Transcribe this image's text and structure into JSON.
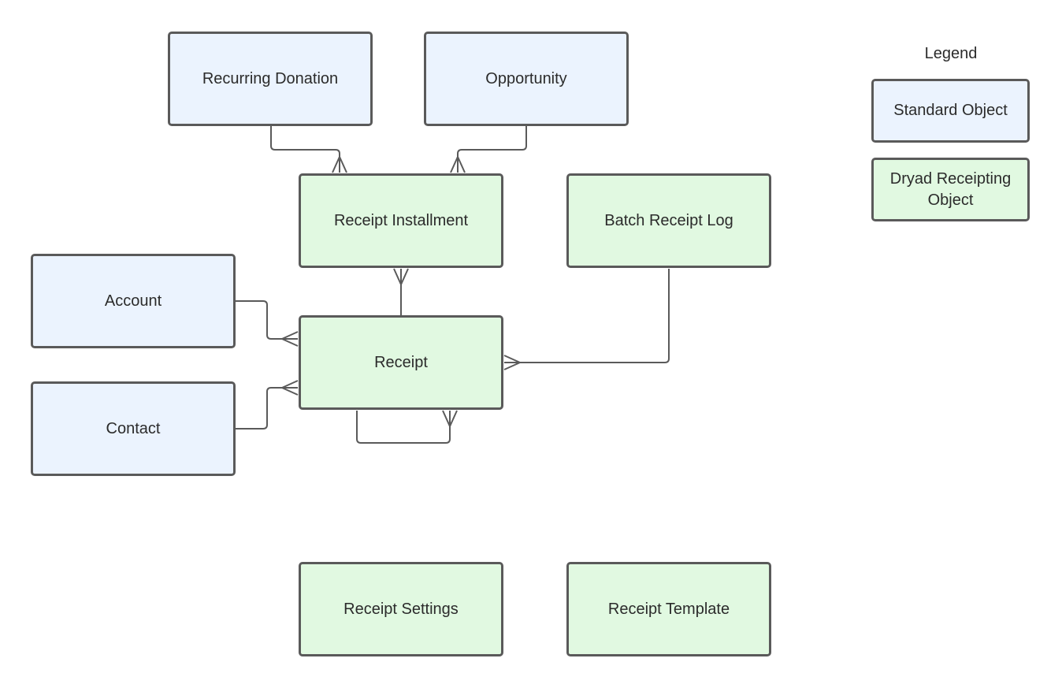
{
  "legend": {
    "title": "Legend",
    "standard_label": "Standard Object",
    "dryad_label": "Dryad Receipting Object",
    "colors": {
      "standard_fill": "#ebf3fe",
      "dryad_fill": "#e1f9e1",
      "border": "#5a5a5a",
      "connector": "#5a5a5a"
    }
  },
  "nodes": {
    "recurring_donation": {
      "label": "Recurring Donation",
      "kind": "standard"
    },
    "opportunity": {
      "label": "Opportunity",
      "kind": "standard"
    },
    "receipt_installment": {
      "label": "Receipt Installment",
      "kind": "dryad"
    },
    "batch_receipt_log": {
      "label": "Batch Receipt Log",
      "kind": "dryad"
    },
    "account": {
      "label": "Account",
      "kind": "standard"
    },
    "receipt": {
      "label": "Receipt",
      "kind": "dryad"
    },
    "contact": {
      "label": "Contact",
      "kind": "standard"
    },
    "receipt_settings": {
      "label": "Receipt Settings",
      "kind": "dryad"
    },
    "receipt_template": {
      "label": "Receipt Template",
      "kind": "dryad"
    }
  },
  "relationships": [
    {
      "from": "recurring_donation",
      "to": "receipt_installment",
      "cardinality": "one-to-many"
    },
    {
      "from": "opportunity",
      "to": "receipt_installment",
      "cardinality": "one-to-many"
    },
    {
      "from": "receipt",
      "to": "receipt_installment",
      "cardinality": "one-to-many"
    },
    {
      "from": "account",
      "to": "receipt",
      "cardinality": "one-to-many"
    },
    {
      "from": "contact",
      "to": "receipt",
      "cardinality": "one-to-many"
    },
    {
      "from": "batch_receipt_log",
      "to": "receipt",
      "cardinality": "one-to-many"
    },
    {
      "from": "receipt",
      "to": "receipt",
      "cardinality": "one-to-many (self)"
    }
  ]
}
